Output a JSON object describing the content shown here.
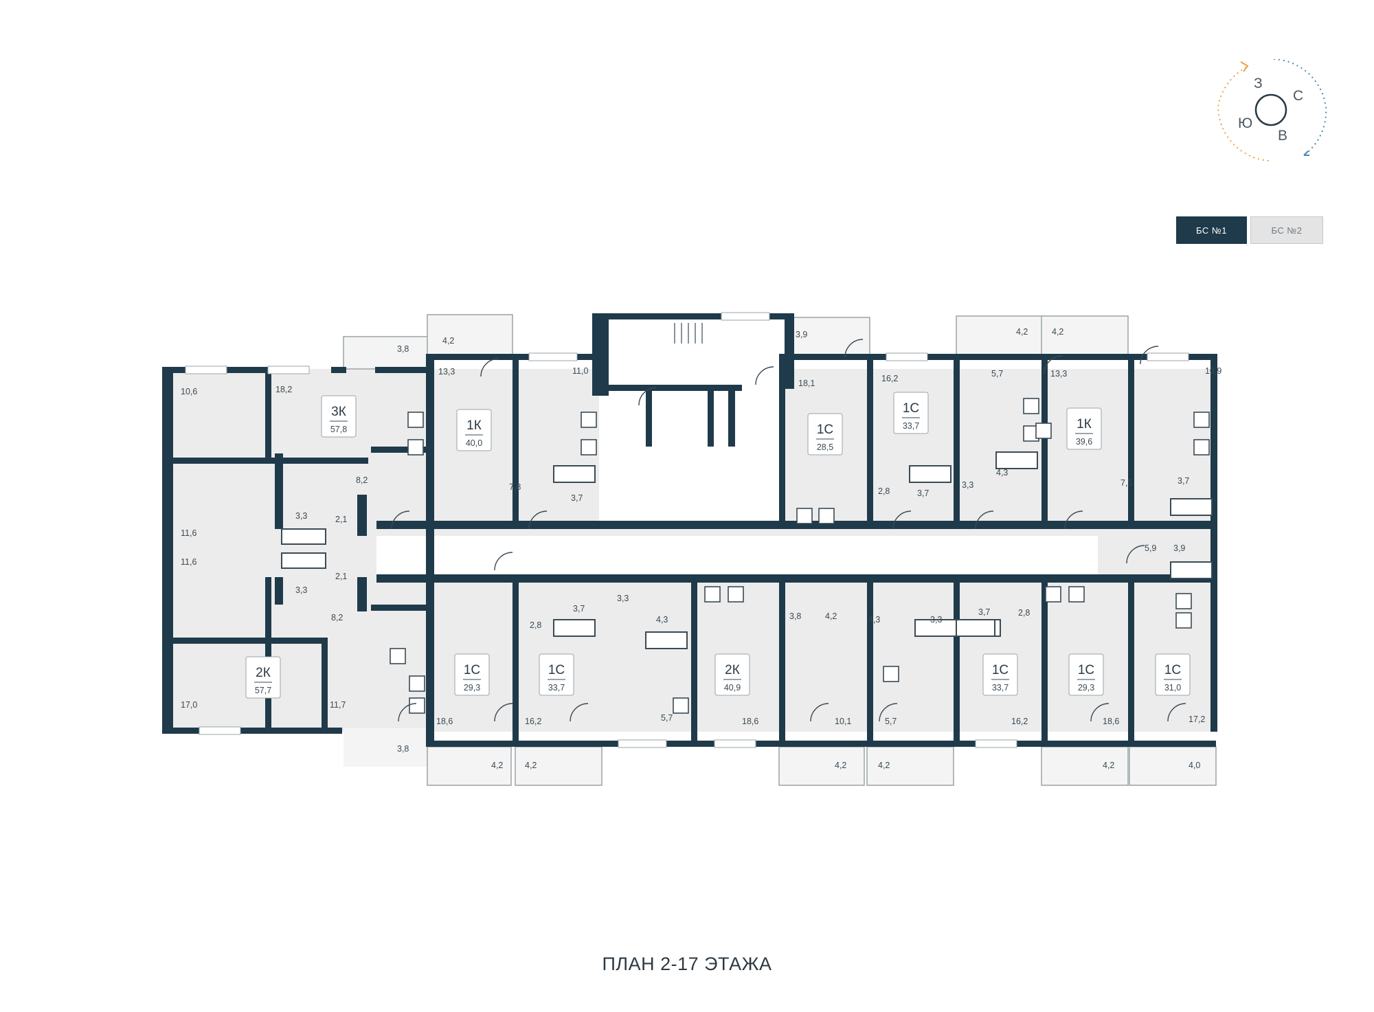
{
  "compass": {
    "labels": {
      "north": "С",
      "west": "З",
      "south": "Ю",
      "east": "В"
    }
  },
  "building_switch": {
    "active": "БС №1",
    "inactive": "БС №2"
  },
  "title": "ПЛАН 2-17 ЭТАЖА",
  "colors": {
    "wall": "#1f3a4a",
    "room_fill": "#ececec",
    "balcony_fill": "#f4f4f4",
    "accent_orange": "#e8a24a",
    "accent_blue": "#4a8ab0"
  },
  "apartments": [
    {
      "id": "apt-3k",
      "type": "3К",
      "total": "57,8"
    },
    {
      "id": "apt-1k-a",
      "type": "1К",
      "total": "40,0"
    },
    {
      "id": "apt-1s-a",
      "type": "1С",
      "total": "28,5"
    },
    {
      "id": "apt-1s-b",
      "type": "1С",
      "total": "33,7"
    },
    {
      "id": "apt-1k-b",
      "type": "1К",
      "total": "39,6"
    },
    {
      "id": "apt-2k-a",
      "type": "2К",
      "total": "57,7"
    },
    {
      "id": "apt-1s-c",
      "type": "1С",
      "total": "29,3"
    },
    {
      "id": "apt-1s-d",
      "type": "1С",
      "total": "33,7"
    },
    {
      "id": "apt-2k-b",
      "type": "2К",
      "total": "40,9"
    },
    {
      "id": "apt-1s-e",
      "type": "1С",
      "total": "33,7"
    },
    {
      "id": "apt-1s-f",
      "type": "1С",
      "total": "29,3"
    },
    {
      "id": "apt-1s-g",
      "type": "1С",
      "total": "31,0"
    }
  ],
  "room_areas": [
    "10,6",
    "18,2",
    "3,8",
    "4,2",
    "13,3",
    "11,0",
    "3,9",
    "18,1",
    "16,2",
    "4,2",
    "5,7",
    "4,2",
    "13,3",
    "10,9",
    "8,2",
    "7,8",
    "3,7",
    "2,8",
    "3,7",
    "3,3",
    "4,3",
    "7,5",
    "3,7",
    "11,6",
    "3,3",
    "2,1",
    "11,6",
    "2,1",
    "3,3",
    "5,9",
    "3,9",
    "8,2",
    "3,7",
    "3,3",
    "4,3",
    "3,8",
    "4,2",
    "4,3",
    "3,3",
    "3,7",
    "2,8",
    "2,8",
    "17,0",
    "11,7",
    "18,6",
    "16,2",
    "5,7",
    "18,6",
    "10,1",
    "5,7",
    "16,2",
    "18,6",
    "17,2",
    "3,8",
    "4,2",
    "4,2",
    "4,2",
    "4,2",
    "4,2",
    "4,0"
  ]
}
